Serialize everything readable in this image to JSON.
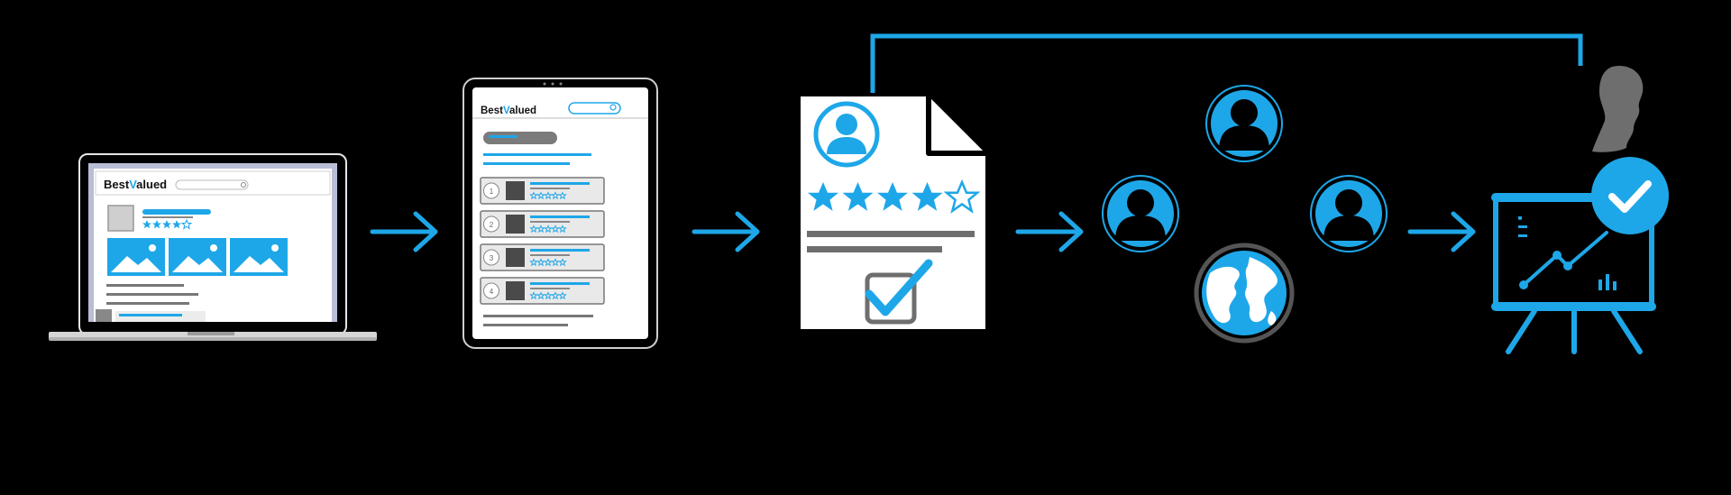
{
  "colors": {
    "background": "#000000",
    "accent": "#1ea7e8",
    "gray": "#6e6e6e",
    "paper": "#ffffff"
  },
  "brand": {
    "name_prefix": "Best",
    "name_mark": "V",
    "name_suffix": "alued"
  },
  "laptop": {
    "rating_stars": 4,
    "total_stars": 5
  },
  "tablet": {
    "list": [
      {
        "rank": "1"
      },
      {
        "rank": "2"
      },
      {
        "rank": "3"
      },
      {
        "rank": "4"
      }
    ]
  },
  "review_document": {
    "rating_stars": 4,
    "total_stars": 5
  },
  "icons": [
    "laptop-icon",
    "arrow-right-icon",
    "tablet-icon",
    "review-document-icon",
    "user-avatar-icon",
    "globe-icon",
    "presentation-board-icon",
    "checkmark-badge-icon",
    "person-silhouette-icon"
  ]
}
